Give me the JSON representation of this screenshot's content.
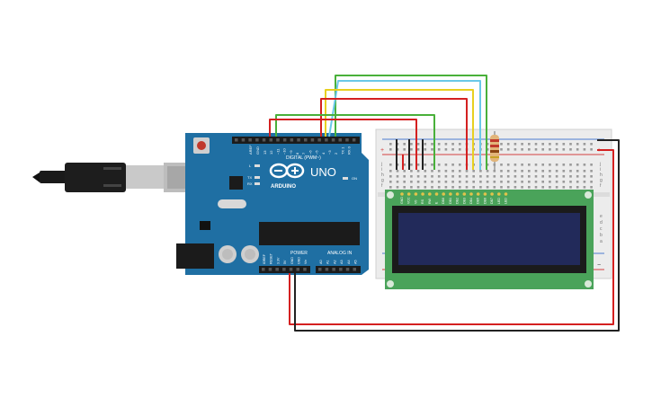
{
  "arduino": {
    "model_label": "UNO",
    "brand_label": "ARDUINO",
    "digital_label": "DIGITAL (PWM~)",
    "power_label": "POWER",
    "analog_label": "ANALOG IN",
    "on_label": "ON",
    "led_l": "L",
    "led_tx": "TX",
    "led_rx": "RX",
    "aref": "AREF",
    "gnd": "GND",
    "top_pins": [
      "13",
      "12",
      "~11",
      "~10",
      "~9",
      "8",
      "7",
      "~6",
      "~5",
      "4",
      "~3",
      "2",
      "TX 1",
      "RX 0"
    ],
    "power_pins": [
      "IOREF",
      "RESET",
      "3.3V",
      "5V",
      "GND",
      "GND",
      "Vin"
    ],
    "analog_pins": [
      "A0",
      "A1",
      "A2",
      "A3",
      "A4",
      "A5"
    ]
  },
  "breadboard": {
    "plus_label": "+",
    "minus_label": "−",
    "row_letters_top": [
      "j",
      "i",
      "h",
      "g",
      "f"
    ],
    "row_letters_bottom": [
      "e",
      "d",
      "c",
      "b",
      "a"
    ]
  },
  "lcd": {
    "pin_labels": [
      "GND",
      "VCC",
      "V0",
      "RS",
      "RW",
      "E",
      "DB0",
      "DB1",
      "DB2",
      "DB3",
      "DB4",
      "DB5",
      "DB6",
      "DB7",
      "LED",
      "LED"
    ]
  },
  "colors": {
    "arduino_board": "#1f6fa3",
    "lcd_board": "#4aa35a",
    "lcd_screen": "#222a5a",
    "breadboard": "#ececec",
    "wire_red": "#d42020",
    "wire_green": "#49b03a",
    "wire_yellow": "#e8d020",
    "wire_blue": "#6ac8e8",
    "wire_black": "#222222"
  }
}
